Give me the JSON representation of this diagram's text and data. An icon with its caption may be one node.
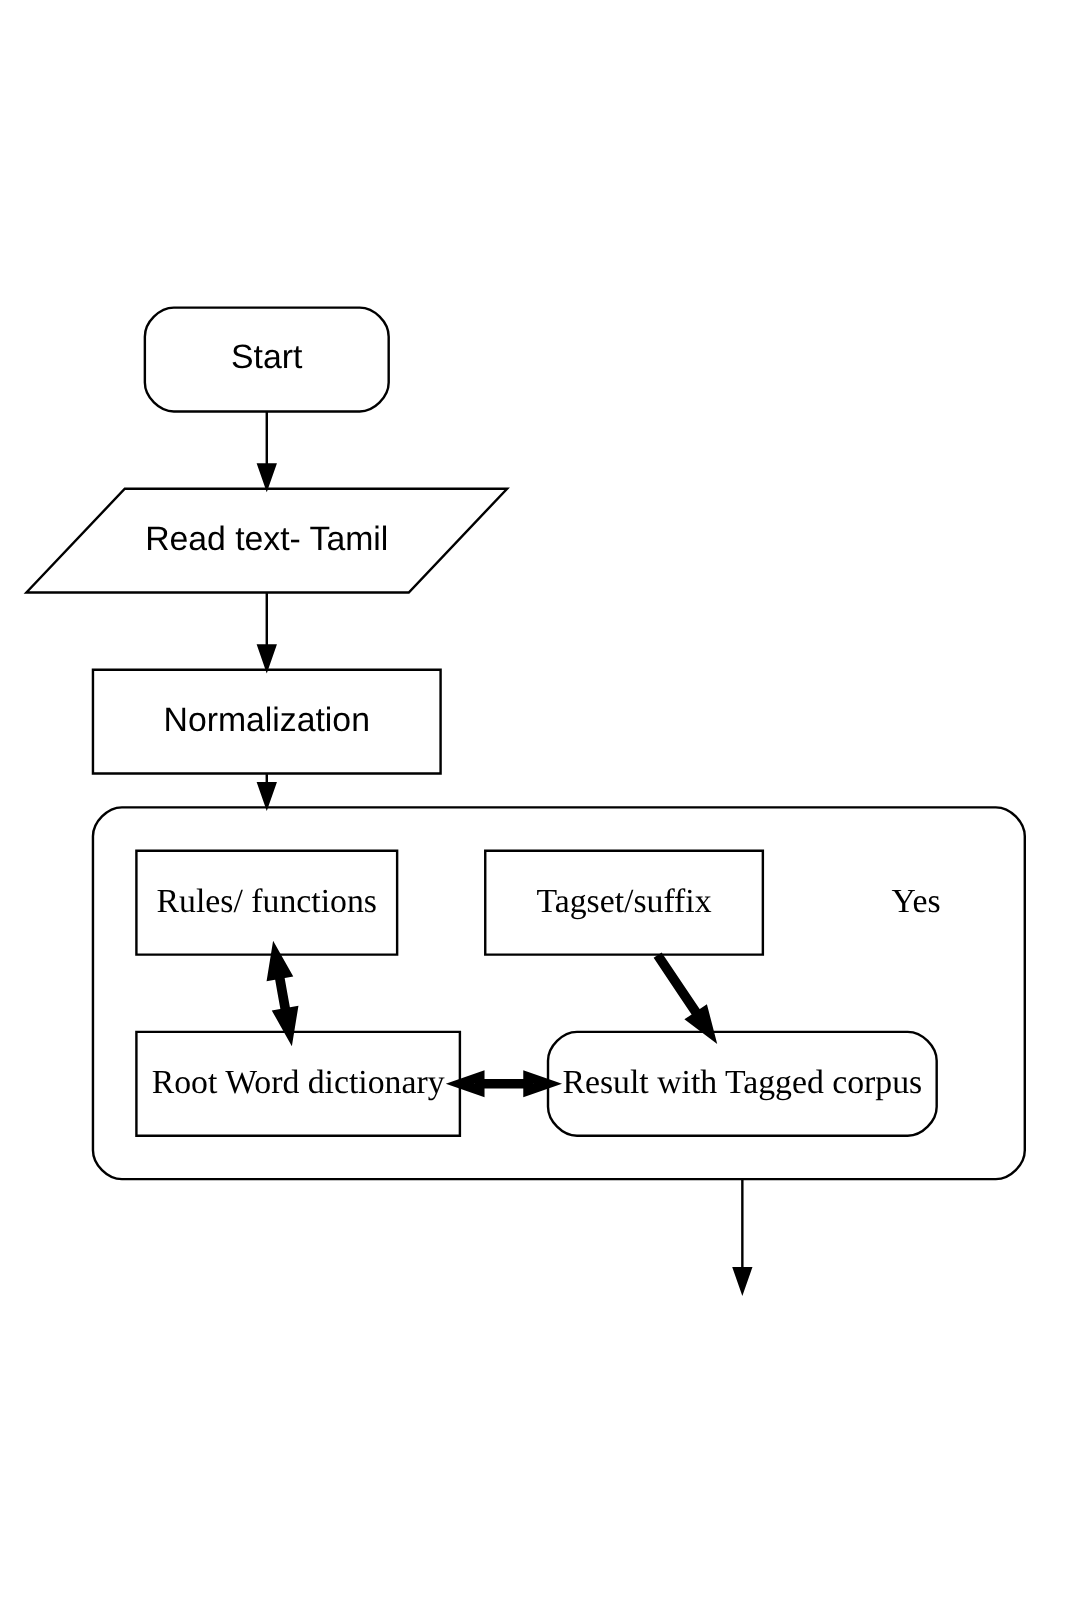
{
  "diagram": {
    "nodes": [
      {
        "text": [
          "Start"
        ]
      },
      {
        "text": [
          "Read text- Tamil"
        ]
      },
      {
        "text": [
          "Normalization"
        ]
      },
      {
        "text": [],
        "shape": "box"
      },
      {
        "text": [
          "Rules/ functions"
        ],
        "in": 3
      },
      {
        "text": [
          "Root Word dictionary"
        ],
        "in": 3
      },
      {
        "text": [
          "Tagset/suffix"
        ],
        "in": 3
      },
      {
        "text": [
          "Result with Tagged corpus"
        ],
        "in": 3
      }
    ],
    "edges": [
      {
        "from": 0,
        "to": 1,
        "arrow": "to"
      },
      {
        "from": 1,
        "to": 2,
        "arrow": "to"
      },
      {
        "from": 2,
        "to": 3,
        "arrow": "to"
      },
      {
        "from": 4,
        "to": 5,
        "arrow": "both",
        "style": "thick"
      },
      {
        "from": 5,
        "to": 7,
        "arrow": "both",
        "style": "thick"
      },
      {
        "from": 6,
        "to": 7,
        "arrow": "to",
        "style": "thick"
      },
      {
        "from": 3,
        "to": null,
        "arrow": "to"
      }
    ],
    "labels": [
      "Yes"
    ]
  }
}
